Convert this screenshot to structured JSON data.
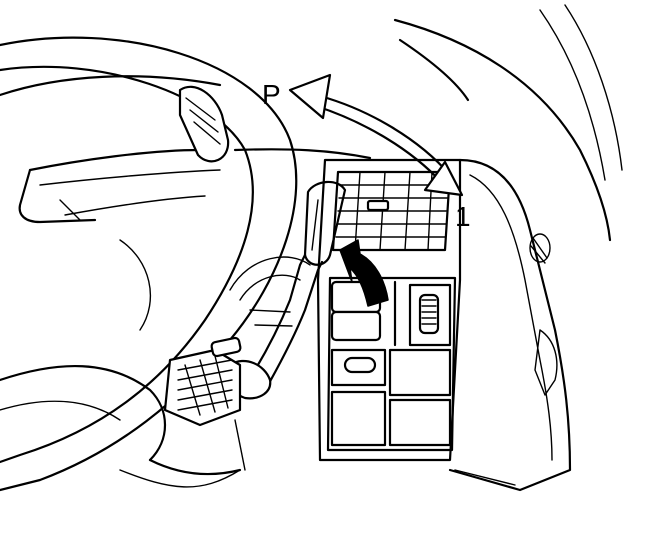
{
  "labels": {
    "position_label": "P",
    "callout_number": "1"
  },
  "colors": {
    "ink": "#000000",
    "paper": "#ffffff"
  },
  "icons": {
    "motion_arrow": "double-headed-curved-arrow",
    "direction_arrow": "solid-curved-arrow"
  }
}
